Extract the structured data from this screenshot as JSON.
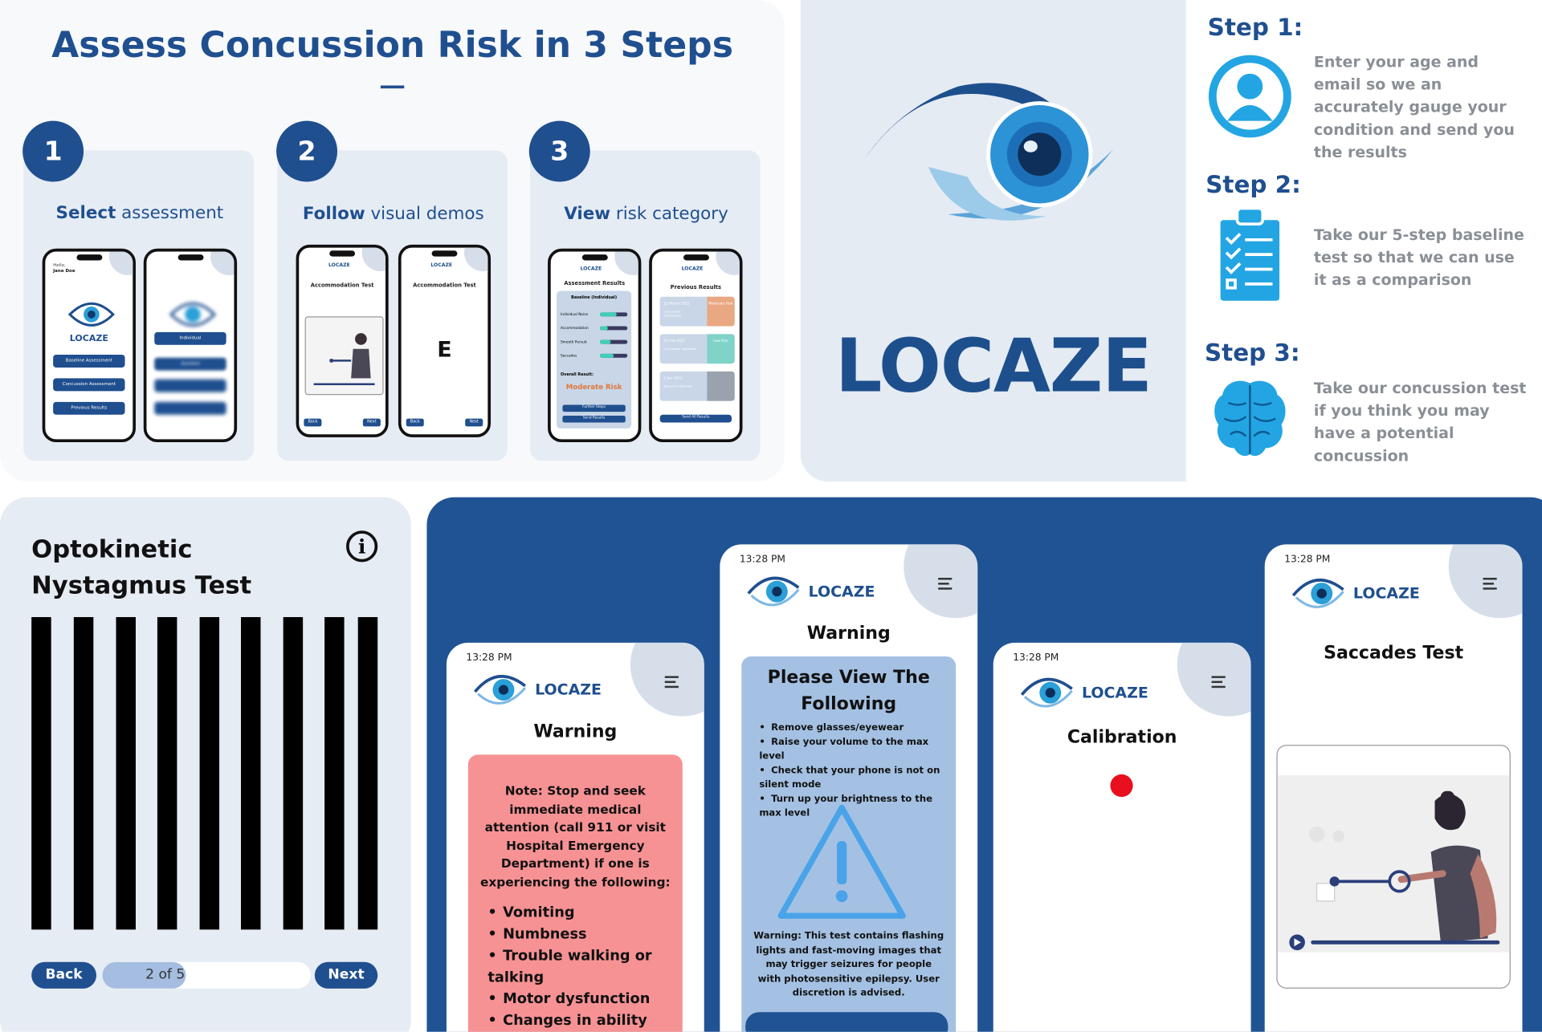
{
  "header": {
    "title": "Assess Concussion Risk in 3 Steps"
  },
  "steps_cards": [
    {
      "number": "1",
      "bold": "Select",
      "rest": " assessment"
    },
    {
      "number": "2",
      "bold": "Follow",
      "rest": " visual demos"
    },
    {
      "number": "3",
      "bold": "View",
      "rest": " risk category"
    }
  ],
  "mini1": {
    "greeting": "Hello,",
    "user": "Jane Doe",
    "brand": "LOCAZE",
    "buttons": [
      "Baseline Assessment",
      "Concussion Assessment",
      "Previous Results"
    ],
    "buttons2": [
      "Individual",
      "Assisted"
    ]
  },
  "mini2": {
    "title": "Accommodation Test",
    "title2": "Accommodation Test",
    "letter": "E",
    "back": "Back",
    "next": "Next",
    "brand": "LOCAZE"
  },
  "mini3": {
    "title": "Assessment Results",
    "subtitle": "Baseline (Individual)",
    "rows": [
      "Individual Noise",
      "Accommodation",
      "Smooth Pursuit",
      "Saccades"
    ],
    "overall_label": "Overall Result:",
    "overall": "Moderate Risk",
    "further": "Further Steps",
    "send": "Send Results",
    "title2": "Previous Results",
    "history": [
      {
        "date": "22 March 2022",
        "type": "Concussion Assessment",
        "risk": "Moderate Risk",
        "color": "#e9a882"
      },
      {
        "date": "21 Feb 2022",
        "type": "Concussion Individual",
        "risk": "Low Risk",
        "color": "#7fd3c8"
      },
      {
        "date": "2 Jan 2022",
        "type": "Baseline Individual",
        "risk": "",
        "color": "#9aa3ad"
      }
    ],
    "send_all": "Send All Results",
    "brand": "LOCAZE"
  },
  "brand_panel": {
    "name": "LOCAZE"
  },
  "right_steps": [
    {
      "title": "Step 1:",
      "text": "Enter your age and email so we an accurately gauge your condition and send you the results",
      "icon": "user-icon"
    },
    {
      "title": "Step 2:",
      "text": "Take our 5-step baseline test so that we can use it as a comparison",
      "icon": "clipboard-checklist-icon"
    },
    {
      "title": "Step 3:",
      "text": "Take our concussion test if you think you may have a potential concussion",
      "icon": "brain-icon"
    }
  ],
  "okn": {
    "title_line1": "Optokinetic",
    "title_line2": "Nystagmus Test",
    "back": "Back",
    "progress": "2 of 5",
    "progress_fraction": 0.4,
    "next": "Next",
    "bar_count": 9
  },
  "phones": {
    "time": "13:28 PM",
    "brand": "LOCAZE",
    "p1": {
      "heading": "Warning",
      "note": "Note: Stop and seek immediate medical attention (call 911 or visit Hospital Emergency Department) if one is experiencing the following:",
      "items": [
        "Vomiting",
        "Numbness",
        "Trouble walking or talking",
        "Motor dysfunction",
        "Changes in ability to"
      ]
    },
    "p2": {
      "heading": "Warning",
      "box_title": "Please View The Following",
      "items": [
        "Remove glasses/eyewear",
        "Raise your volume to the max level",
        "Check that your phone is not on silent mode",
        "Turn up your brightness to the max level"
      ],
      "disclaimer": "Warning: This test contains flashing lights and fast-moving images that may trigger seizures for people with photosensitive epilepsy. User discretion is advised."
    },
    "p3": {
      "heading": "Calibration"
    },
    "p4": {
      "heading": "Saccades Test"
    }
  },
  "colors": {
    "navy": "#1f4f8f",
    "accent": "#2a9fd8",
    "warn_pink": "#f79294",
    "info_blue": "#a4c1e3",
    "dot_red": "#e8101f"
  }
}
